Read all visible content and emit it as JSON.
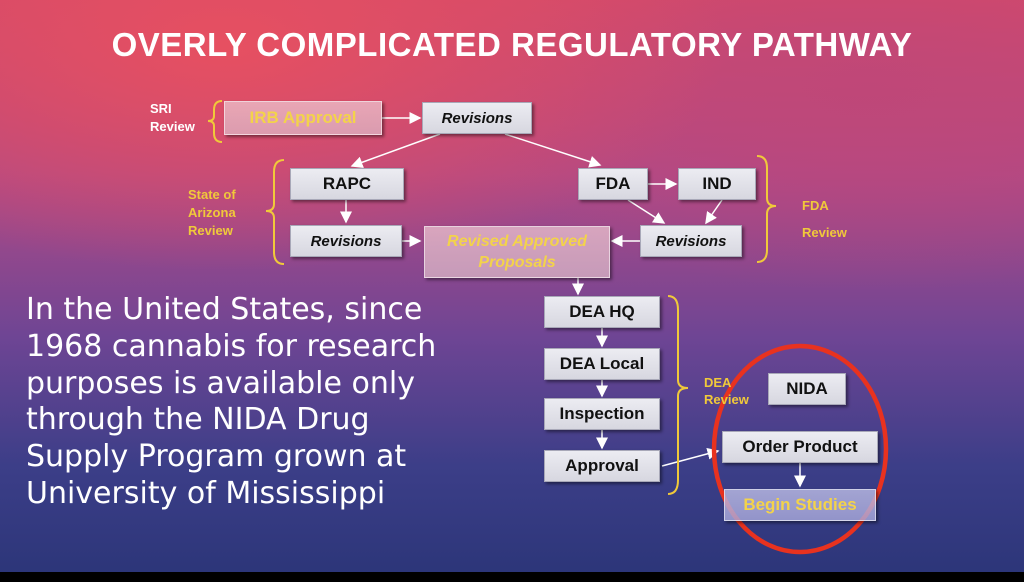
{
  "title": "OVERLY COMPLICATED REGULATORY PATHWAY",
  "labels": {
    "sri_review": [
      "SRI",
      "Review"
    ],
    "state_review": [
      "State of",
      "Arizona",
      "Review"
    ],
    "fda_review": [
      "FDA",
      "Review"
    ],
    "dea_review": [
      "DEA",
      "Review"
    ]
  },
  "nodes": {
    "irb_approval": "IRB Approval",
    "revisions_top": "Revisions",
    "rapc": "RAPC",
    "fda": "FDA",
    "ind": "IND",
    "revisions_left": "Revisions",
    "revised_approved": [
      "Revised Approved",
      "Proposals"
    ],
    "revisions_right": "Revisions",
    "dea_hq": "DEA HQ",
    "dea_local": "DEA Local",
    "inspection": "Inspection",
    "approval": "Approval",
    "nida": "NIDA",
    "order_product": "Order Product",
    "begin_studies": "Begin Studies"
  },
  "body_text": [
    "In the United States, since",
    "1968 cannabis for research",
    "purposes is available only",
    "through the NIDA Drug",
    "Supply Program grown at",
    "University of Mississippi"
  ],
  "colors": {
    "bracket": "#f0c93a",
    "circle": "#e8321f",
    "highlight_text": "#f3d34a"
  }
}
